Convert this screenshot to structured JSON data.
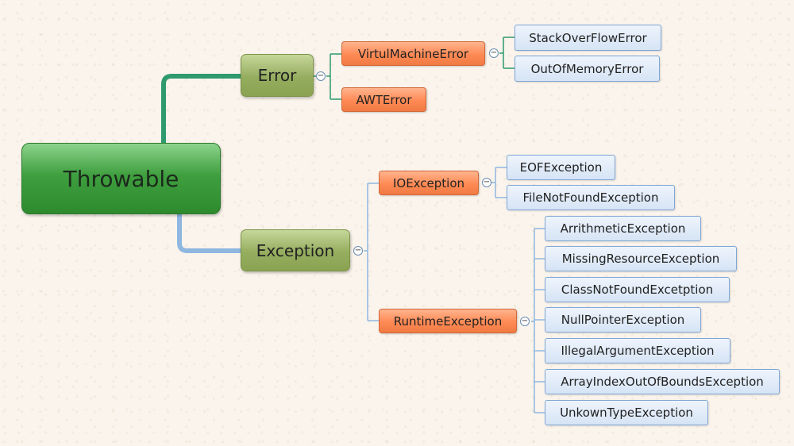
{
  "root": {
    "label": "Throwable"
  },
  "error": {
    "label": "Error",
    "children": [
      {
        "label": "VirtulMachineError",
        "children": [
          "StackOverFlowError",
          "OutOfMemoryError"
        ]
      },
      {
        "label": "AWTError"
      }
    ]
  },
  "exception": {
    "label": "Exception",
    "children": [
      {
        "label": "IOException",
        "children": [
          "EOFException",
          "FileNotFoundException"
        ]
      },
      {
        "label": "RuntimeException",
        "children": [
          "ArrithmeticException",
          "MissingResourceException",
          "ClassNotFoundExcetption",
          "NullPointerException",
          "IllegalArgumentException",
          "ArrayIndexOutOfBoundsException",
          "UnkownTypeException"
        ]
      }
    ]
  },
  "colors": {
    "root": "#3f9f3f",
    "main": "#95ad5f",
    "sub": "#ff8a55",
    "leaf": "#d6e4f5",
    "error_link": "#2e9a6e",
    "exception_link": "#8fb7e0"
  },
  "toggle_symbol": "−"
}
